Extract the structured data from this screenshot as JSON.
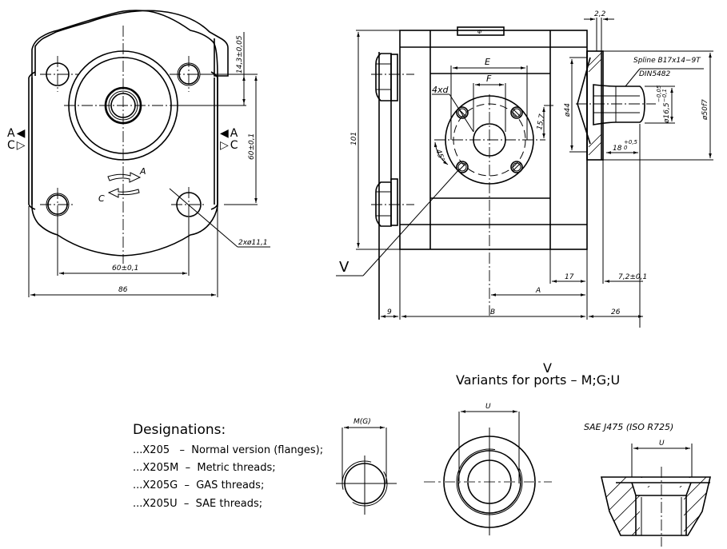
{
  "drawing": {
    "front_view": {
      "dim_vertical_small": "14,3±0,05",
      "dim_vertical_large": "60±0,1",
      "dim_horizontal_holes": "60±0,1",
      "dim_width": "86",
      "hole_callout": "2xø11,1",
      "rotation_labels": [
        "A",
        "C"
      ],
      "side_markers_left": [
        {
          "letter": "A",
          "arrow": "◀"
        },
        {
          "letter": "C",
          "arrow": "▷"
        }
      ],
      "side_markers_right": [
        {
          "letter": "A",
          "arrow": "◀"
        },
        {
          "letter": "C",
          "arrow": "▷"
        }
      ]
    },
    "side_view": {
      "dim_height": "101",
      "dim_E": "E",
      "dim_F": "F",
      "callout_holes": "4xd",
      "dim_15_7": "15,7",
      "angle": "45°",
      "dim_pilot": "ø44",
      "dim_flange": "ø50f7",
      "dim_shaft": "ø16,5",
      "dim_shaft_tol_upper": "−0,05",
      "dim_shaft_tol_lower": "−0,1",
      "dim_2_2": "2,2",
      "spline_line1": "Spline B17x14−9T",
      "spline_line2": "DIN5482",
      "dim_shaft_len": "18",
      "dim_shaft_len_tol_upper": "+0,5",
      "dim_shaft_len_tol_lower": "0",
      "dim_17": "17",
      "dim_7_2": "7,2±0,1",
      "dim_A": "A",
      "dim_B": "B",
      "dim_9": "9",
      "dim_26": "26",
      "section_marker": "V",
      "symbol_flat": "Φ"
    },
    "variants": {
      "marker": "V",
      "title": "Variants for ports – M;G;U",
      "label_mg": "M(G)",
      "label_u": "U",
      "sae_title": "SAE J475 (ISO R725)",
      "sae_label_u": "U"
    }
  },
  "designations": {
    "title": "Designations:",
    "items": [
      "...X205   –  Normal version (flanges);",
      "...X205M  –  Metric threads;",
      "...X205G  –  GAS threads;",
      "...X205U  –  SAE threads;"
    ]
  }
}
